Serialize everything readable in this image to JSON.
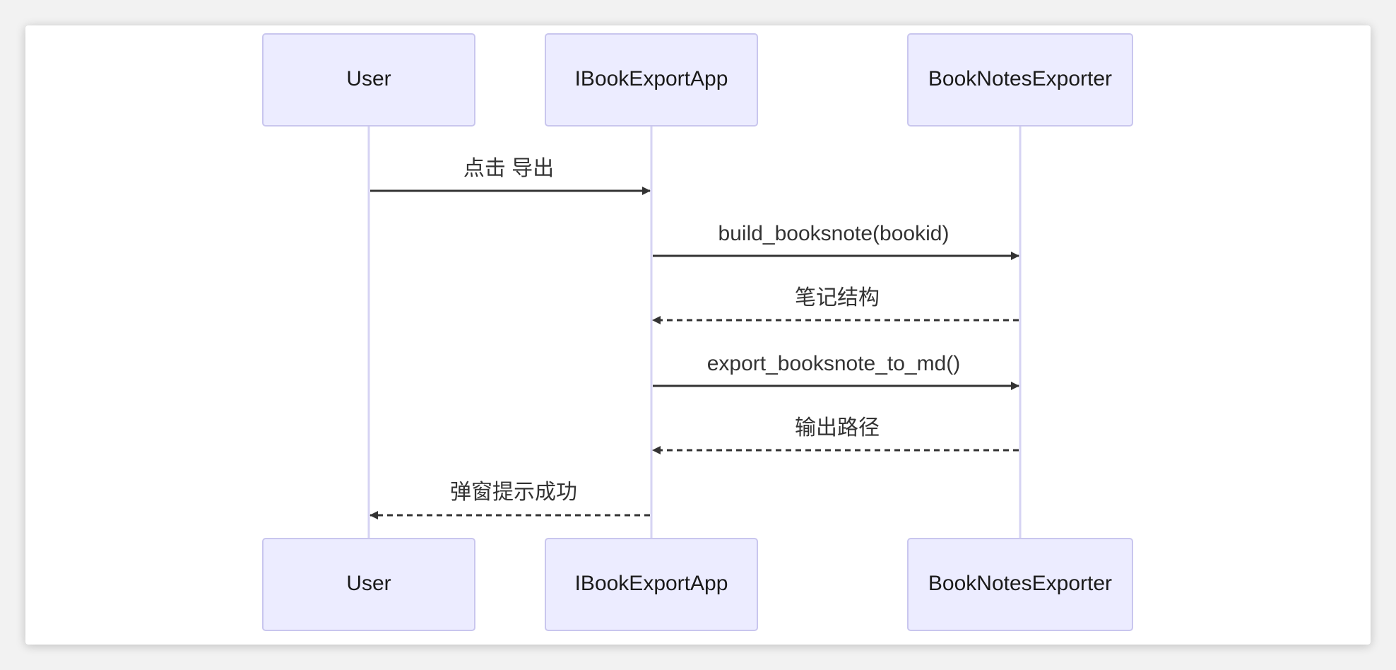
{
  "diagram": {
    "type": "sequence",
    "participants": [
      {
        "id": "user",
        "label": "User"
      },
      {
        "id": "app",
        "label": "IBookExportApp"
      },
      {
        "id": "exporter",
        "label": "BookNotesExporter"
      }
    ],
    "messages": [
      {
        "from": "user",
        "to": "app",
        "label": "点击 导出",
        "style": "solid"
      },
      {
        "from": "app",
        "to": "exporter",
        "label": "build_booksnote(bookid)",
        "style": "solid"
      },
      {
        "from": "exporter",
        "to": "app",
        "label": "笔记结构",
        "style": "dashed"
      },
      {
        "from": "app",
        "to": "exporter",
        "label": "export_booksnote_to_md()",
        "style": "solid"
      },
      {
        "from": "exporter",
        "to": "app",
        "label": "输出路径",
        "style": "dashed"
      },
      {
        "from": "app",
        "to": "user",
        "label": "弹窗提示成功",
        "style": "dashed"
      }
    ],
    "colors": {
      "actor_fill": "#ECECFF",
      "actor_border": "#C9C6EE",
      "lifeline": "#D6D3F3",
      "arrow": "#333333",
      "text": "#1a1a1a"
    }
  }
}
